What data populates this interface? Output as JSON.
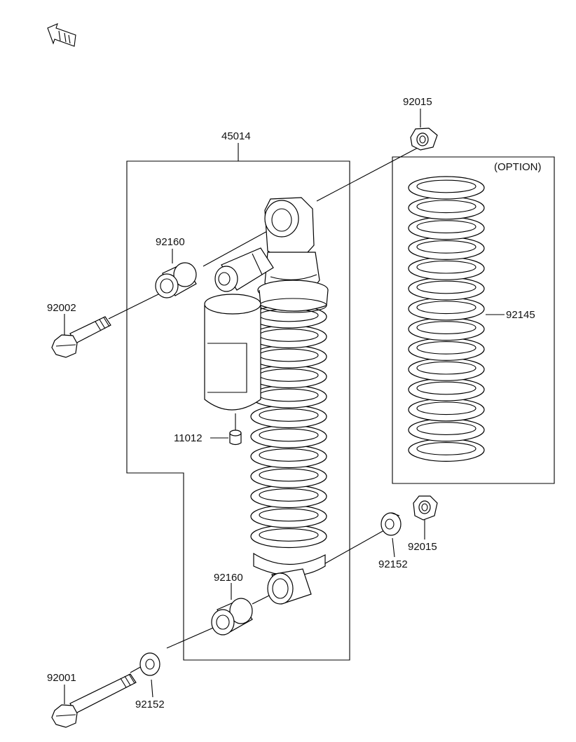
{
  "callouts": {
    "top_nut": "92015",
    "assembly": "45014",
    "option_label": "(OPTION)",
    "upper_collar": "92160",
    "upper_bolt": "92002",
    "spring_option": "92145",
    "reservoir_cap": "11012",
    "lower_washer_right": "92152",
    "lower_nut": "92015",
    "lower_collar": "92160",
    "lower_bolt": "92001",
    "lower_washer_left": "92152"
  },
  "icons": {
    "front_arrow": "front-direction-arrow-icon"
  }
}
